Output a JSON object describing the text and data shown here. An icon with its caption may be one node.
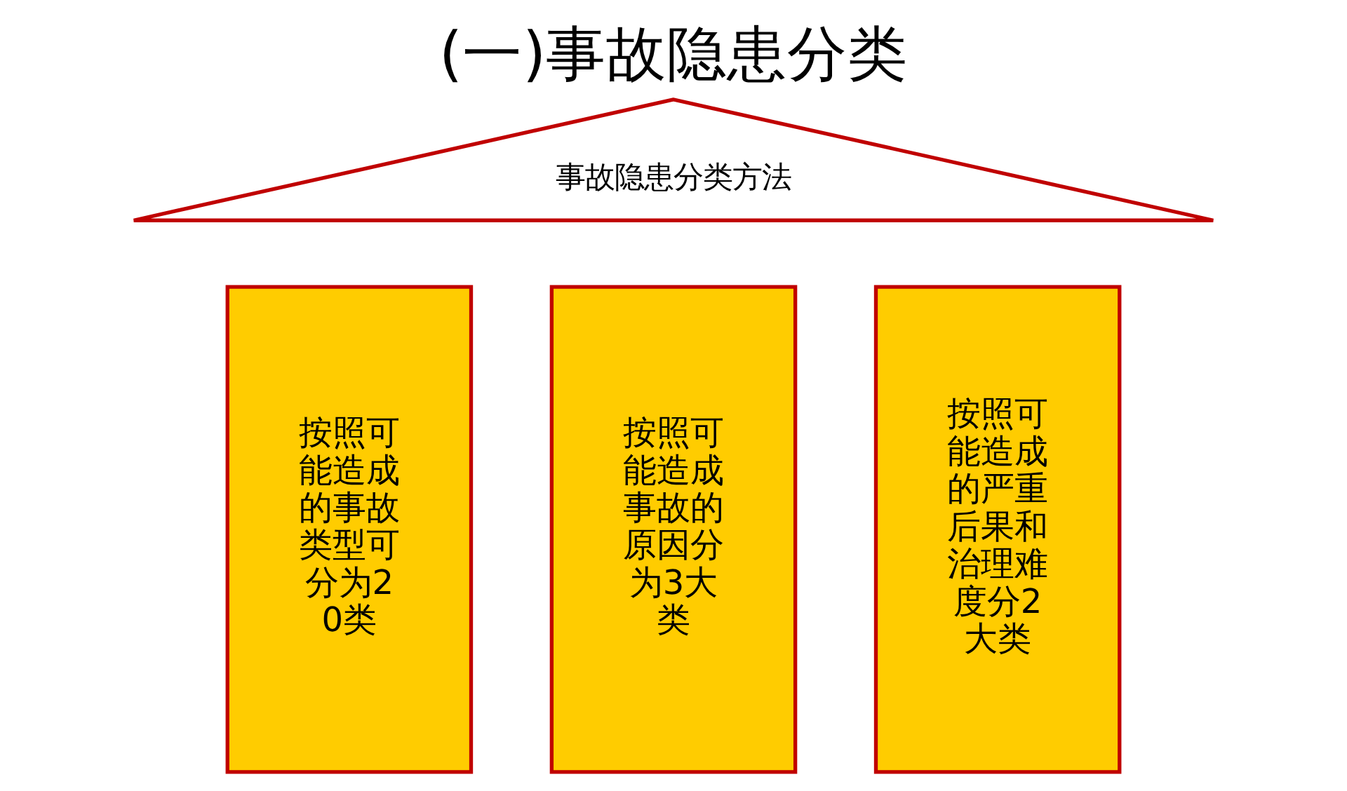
{
  "diagram": {
    "title": "(一)事故隐患分类",
    "nodes": [
      {
        "text": [
          "事故隐患分类方法"
        ]
      },
      {
        "text": [
          "按照可能造成的事故类型可分为20类"
        ]
      },
      {
        "text": [
          "按照可能造成事故的原因分为3大类"
        ]
      },
      {
        "text": [
          "按照可能造成的严重后果和治理难度分2大类"
        ]
      }
    ],
    "edges": []
  }
}
